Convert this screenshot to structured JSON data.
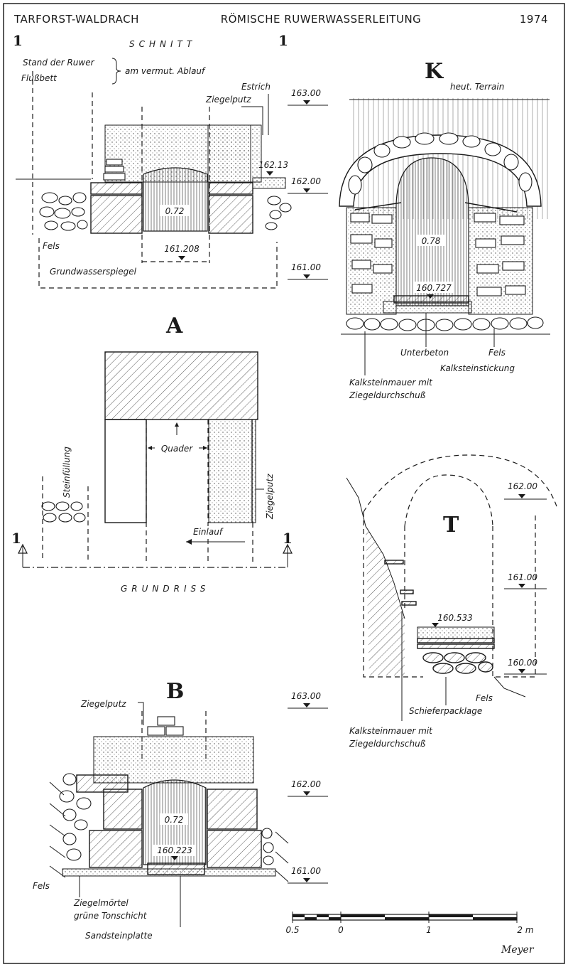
{
  "header": {
    "left": "TARFORST-WALDRACH",
    "center": "RÖMISCHE RUWERWASSERLEITUNG",
    "right": "1974"
  },
  "section_1": {
    "marker_left": "1",
    "marker_right": "1",
    "title": "SCHNITT",
    "label_stand_1": "Stand der Ruwer",
    "label_stand_2": "Flußbett",
    "label_ablauf": "am vermut. Ablauf",
    "label_estrich": "Estrich",
    "label_ziegelputz": "Ziegelputz",
    "label_fels": "Fels",
    "label_grundwasser": "Grundwasserspiegel",
    "width": "0.72",
    "floor_level": "161.208",
    "level_right": "162.13"
  },
  "section_A": {
    "letter": "A",
    "label_steinfuellung": "Steinfüllung",
    "label_quader": "Quader",
    "label_ziegelputz": "Ziegelputz",
    "label_einlauf": "Einlauf",
    "marker_left": "1",
    "marker_right": "1",
    "title": "GRUNDRISS"
  },
  "section_K": {
    "letter": "K",
    "label_terrain": "heut. Terrain",
    "width": "0.78",
    "floor_level": "160.727",
    "label_unterbeton": "Unterbeton",
    "label_fels": "Fels",
    "label_kalksteinstickung": "Kalksteinstickung",
    "label_mauer_1": "Kalksteinmauer mit",
    "label_mauer_2": "Ziegeldurchschuß"
  },
  "section_T": {
    "letter": "T",
    "floor_level": "160.533",
    "label_fels": "Fels",
    "label_schiefer": "Schieferpacklage",
    "label_mauer_1": "Kalksteinmauer mit",
    "label_mauer_2": "Ziegeldurchschuß"
  },
  "section_B": {
    "letter": "B",
    "label_ziegelputz": "Ziegelputz",
    "width": "0.72",
    "floor_level": "160.223",
    "label_fels": "Fels",
    "label_ziegelmoertel": "Ziegelmörtel",
    "label_tonschicht": "grüne Tonschicht",
    "label_sandstein": "Sandsteinplatte"
  },
  "levels": {
    "a_163": "163.00",
    "a_162": "162.00",
    "a_161": "161.00",
    "k_162": "162.00",
    "k_161": "161.00",
    "k_160": "160.00",
    "b_163": "163.00",
    "b_162": "162.00",
    "b_161": "161.00"
  },
  "scale": {
    "t_05": "0.5",
    "t_0": "0",
    "t_1": "1",
    "t_2": "2 m"
  },
  "signature": "Meyer"
}
